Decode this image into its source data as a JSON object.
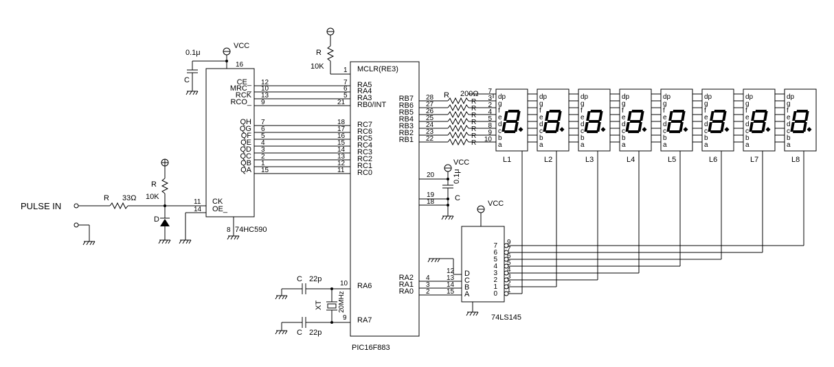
{
  "labels": {
    "vcc": "VCC",
    "pulse_in": "PULSE IN",
    "r": "R",
    "c": "C",
    "d": "D",
    "xt": "XT",
    "res_33": "33Ω",
    "res_10k": "10K",
    "res_200": "200Ω",
    "cap_01u": "0.1μ",
    "cap_22p": "22p",
    "xtal": "20MHz"
  },
  "counter": {
    "name": "74HC590",
    "vcc_pin": "16",
    "gnd_pin": "8",
    "left_pins": [
      {
        "num": "11",
        "label": "CK"
      },
      {
        "num": "14",
        "label": "OE_"
      }
    ],
    "right_pins": [
      {
        "num": "12",
        "label": "CE_"
      },
      {
        "num": "10",
        "label": "MRC_"
      },
      {
        "num": "13",
        "label": "RCK"
      },
      {
        "num": "9",
        "label": "RCO_"
      },
      {
        "num": "7",
        "label": "QH"
      },
      {
        "num": "6",
        "label": "QG"
      },
      {
        "num": "5",
        "label": "QF"
      },
      {
        "num": "4",
        "label": "QE"
      },
      {
        "num": "3",
        "label": "QD"
      },
      {
        "num": "2",
        "label": "QC"
      },
      {
        "num": "1",
        "label": "QB"
      },
      {
        "num": "15",
        "label": "QA"
      }
    ]
  },
  "mcu": {
    "name": "PIC16F883",
    "mclr": {
      "num": "1",
      "label": "MCLR(RE3)"
    },
    "left_pins": [
      {
        "num": "7",
        "label": "RA5"
      },
      {
        "num": "6",
        "label": "RA4"
      },
      {
        "num": "5",
        "label": "RA3"
      },
      {
        "num": "21",
        "label": "RB0/INT"
      },
      {
        "num": "18",
        "label": "RC7"
      },
      {
        "num": "17",
        "label": "RC6"
      },
      {
        "num": "16",
        "label": "RC5"
      },
      {
        "num": "15",
        "label": "RC4"
      },
      {
        "num": "14",
        "label": "RC3"
      },
      {
        "num": "13",
        "label": "RC2"
      },
      {
        "num": "12",
        "label": "RC1"
      },
      {
        "num": "11",
        "label": "RC0"
      }
    ],
    "osc_pins": [
      {
        "num": "10",
        "label": "RA6"
      },
      {
        "num": "9",
        "label": "RA7"
      }
    ],
    "rb_pins": [
      {
        "num": "28",
        "label": "RB7"
      },
      {
        "num": "27",
        "label": "RB6"
      },
      {
        "num": "26",
        "label": "RB5"
      },
      {
        "num": "25",
        "label": "RB4"
      },
      {
        "num": "24",
        "label": "RB3"
      },
      {
        "num": "23",
        "label": "RB2"
      },
      {
        "num": "22",
        "label": "RB1"
      }
    ],
    "power_pins": [
      "20",
      "19",
      "18"
    ],
    "ra_pins": [
      {
        "num": "4",
        "label": "RA2"
      },
      {
        "num": "3",
        "label": "RA1"
      },
      {
        "num": "2",
        "label": "RA0"
      }
    ]
  },
  "segment_res": {
    "disp_pins": [
      "7",
      "3",
      "2",
      "4",
      "5",
      "8",
      "9",
      "10"
    ]
  },
  "decoder": {
    "name": "74LS145",
    "inputs": [
      {
        "num": "12",
        "label": "D"
      },
      {
        "num": "13",
        "label": "C"
      },
      {
        "num": "14",
        "label": "B"
      },
      {
        "num": "15",
        "label": "A"
      }
    ],
    "outputs": [
      {
        "label": "7",
        "num": "9"
      },
      {
        "label": "6",
        "num": "7"
      },
      {
        "label": "5",
        "num": "6"
      },
      {
        "label": "4",
        "num": "5"
      },
      {
        "label": "3",
        "num": "4"
      },
      {
        "label": "2",
        "num": "3"
      },
      {
        "label": "1",
        "num": "2"
      },
      {
        "label": "0",
        "num": "1"
      }
    ]
  },
  "displays": {
    "seg_labels": [
      "dp",
      "g",
      "f",
      "e",
      "d",
      "c",
      "b",
      "a"
    ],
    "names": [
      "L1",
      "L2",
      "L3",
      "L4",
      "L5",
      "L6",
      "L7",
      "L8"
    ]
  }
}
